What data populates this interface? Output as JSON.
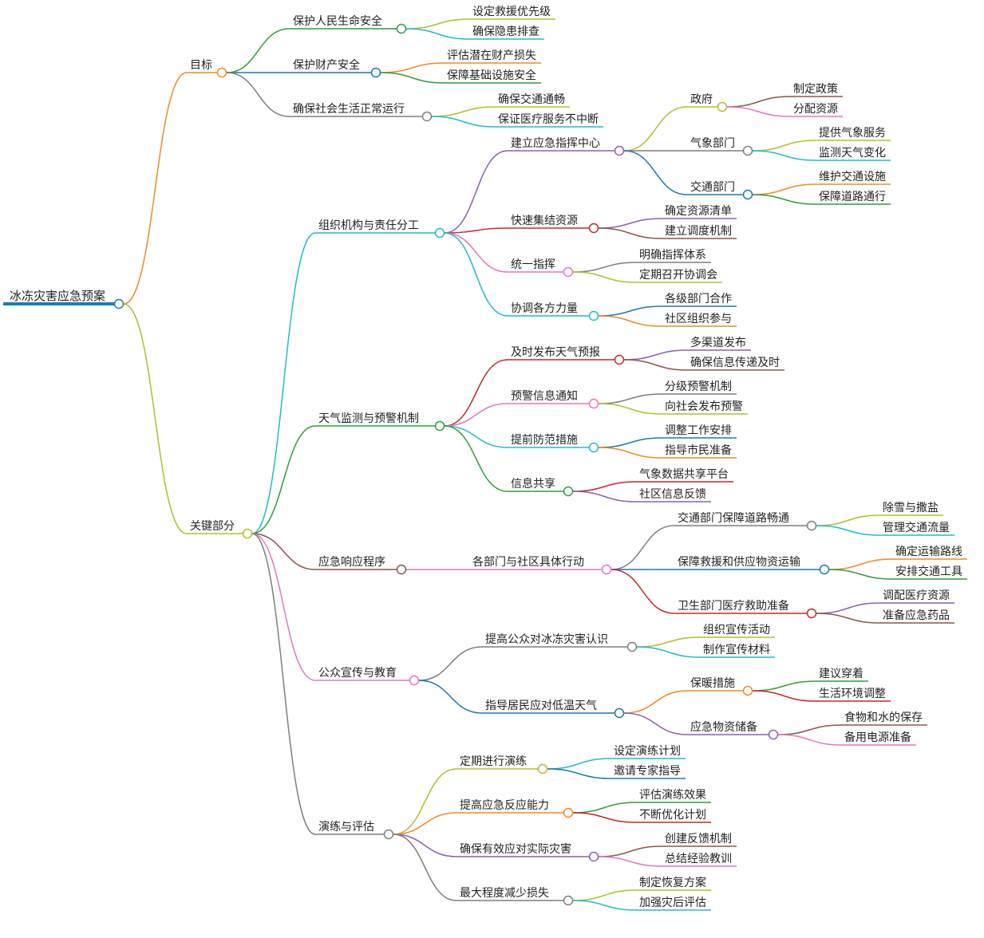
{
  "mindmap": {
    "root": "冰冻灾害应急预案",
    "nodes": [
      {
        "id": "n1",
        "parent": "root",
        "label": "目标",
        "color": "#f08a24"
      },
      {
        "id": "n1a",
        "parent": "n1",
        "label": "保护人民生命安全",
        "color": "#2e9e3a"
      },
      {
        "id": "n1a1",
        "parent": "n1a",
        "label": "设定救援优先级",
        "color": "#b5bd2c"
      },
      {
        "id": "n1a2",
        "parent": "n1a",
        "label": "确保隐患排查",
        "color": "#20bcc8"
      },
      {
        "id": "n1b",
        "parent": "n1",
        "label": "保护财产安全",
        "color": "#1f77b4"
      },
      {
        "id": "n1b1",
        "parent": "n1b",
        "label": "评估潜在财产损失",
        "color": "#f08a24"
      },
      {
        "id": "n1b2",
        "parent": "n1b",
        "label": "保障基础设施安全",
        "color": "#2e9e3a"
      },
      {
        "id": "n1c",
        "parent": "n1",
        "label": "确保社会生活正常运行",
        "color": "#7f7f7f"
      },
      {
        "id": "n1c1",
        "parent": "n1c",
        "label": "确保交通通畅",
        "color": "#b5bd2c"
      },
      {
        "id": "n1c2",
        "parent": "n1c",
        "label": "保证医疗服务不中断",
        "color": "#20bcc8"
      },
      {
        "id": "n2",
        "parent": "root",
        "label": "关键部分",
        "color": "#b5bd2c"
      },
      {
        "id": "o",
        "parent": "n2",
        "label": "组织机构与责任分工",
        "color": "#20bcc8"
      },
      {
        "id": "o1",
        "parent": "o",
        "label": "建立应急指挥中心",
        "color": "#8c5fb0"
      },
      {
        "id": "o1a",
        "parent": "o1",
        "label": "政府",
        "color": "#b5bd2c"
      },
      {
        "id": "o1a1",
        "parent": "o1a",
        "label": "制定政策",
        "color": "#8c564b"
      },
      {
        "id": "o1a2",
        "parent": "o1a",
        "label": "分配资源",
        "color": "#e377c2"
      },
      {
        "id": "o1b",
        "parent": "o1",
        "label": "气象部门",
        "color": "#7f7f7f"
      },
      {
        "id": "o1b1",
        "parent": "o1b",
        "label": "提供气象服务",
        "color": "#b5bd2c"
      },
      {
        "id": "o1b2",
        "parent": "o1b",
        "label": "监测天气变化",
        "color": "#20bcc8"
      },
      {
        "id": "o1c",
        "parent": "o1",
        "label": "交通部门",
        "color": "#1f77b4"
      },
      {
        "id": "o1c1",
        "parent": "o1c",
        "label": "维护交通设施",
        "color": "#f08a24"
      },
      {
        "id": "o1c2",
        "parent": "o1c",
        "label": "保障道路通行",
        "color": "#2e9e3a"
      },
      {
        "id": "o2",
        "parent": "o",
        "label": "快速集结资源",
        "color": "#c62828"
      },
      {
        "id": "o2a",
        "parent": "o2",
        "label": "确定资源清单",
        "color": "#8c5fb0"
      },
      {
        "id": "o2b",
        "parent": "o2",
        "label": "建立调度机制",
        "color": "#8c564b"
      },
      {
        "id": "o3",
        "parent": "o",
        "label": "统一指挥",
        "color": "#e377c2"
      },
      {
        "id": "o3a",
        "parent": "o3",
        "label": "明确指挥体系",
        "color": "#7f7f7f"
      },
      {
        "id": "o3b",
        "parent": "o3",
        "label": "定期召开协调会",
        "color": "#b5bd2c"
      },
      {
        "id": "o4",
        "parent": "o",
        "label": "协调各方力量",
        "color": "#20bcc8"
      },
      {
        "id": "o4a",
        "parent": "o4",
        "label": "各级部门合作",
        "color": "#1f77b4"
      },
      {
        "id": "o4b",
        "parent": "o4",
        "label": "社区组织参与",
        "color": "#f08a24"
      },
      {
        "id": "w",
        "parent": "n2",
        "label": "天气监测与预警机制",
        "color": "#2e9e3a"
      },
      {
        "id": "w1",
        "parent": "w",
        "label": "及时发布天气预报",
        "color": "#c62828"
      },
      {
        "id": "w1a",
        "parent": "w1",
        "label": "多渠道发布",
        "color": "#8c5fb0"
      },
      {
        "id": "w1b",
        "parent": "w1",
        "label": "确保信息传递及时",
        "color": "#8c564b"
      },
      {
        "id": "w2",
        "parent": "w",
        "label": "预警信息通知",
        "color": "#e377c2"
      },
      {
        "id": "w2a",
        "parent": "w2",
        "label": "分级预警机制",
        "color": "#7f7f7f"
      },
      {
        "id": "w2b",
        "parent": "w2",
        "label": "向社会发布预警",
        "color": "#b5bd2c"
      },
      {
        "id": "w3",
        "parent": "w",
        "label": "提前防范措施",
        "color": "#20bcc8"
      },
      {
        "id": "w3a",
        "parent": "w3",
        "label": "调整工作安排",
        "color": "#1f77b4"
      },
      {
        "id": "w3b",
        "parent": "w3",
        "label": "指导市民准备",
        "color": "#f08a24"
      },
      {
        "id": "w4",
        "parent": "w",
        "label": "信息共享",
        "color": "#2e9e3a"
      },
      {
        "id": "w4a",
        "parent": "w4",
        "label": "气象数据共享平台",
        "color": "#c62828"
      },
      {
        "id": "w4b",
        "parent": "w4",
        "label": "社区信息反馈",
        "color": "#8c5fb0"
      },
      {
        "id": "e",
        "parent": "n2",
        "label": "应急响应程序",
        "color": "#8c564b"
      },
      {
        "id": "e1",
        "parent": "e",
        "label": "各部门与社区具体行动",
        "color": "#e377c2"
      },
      {
        "id": "e1a",
        "parent": "e1",
        "label": "交通部门保障道路畅通",
        "color": "#7f7f7f"
      },
      {
        "id": "e1a1",
        "parent": "e1a",
        "label": "除雪与撒盐",
        "color": "#b5bd2c"
      },
      {
        "id": "e1a2",
        "parent": "e1a",
        "label": "管理交通流量",
        "color": "#20bcc8"
      },
      {
        "id": "e1b",
        "parent": "e1",
        "label": "保障救援和供应物资运输",
        "color": "#1f77b4"
      },
      {
        "id": "e1b1",
        "parent": "e1b",
        "label": "确定运输路线",
        "color": "#f08a24"
      },
      {
        "id": "e1b2",
        "parent": "e1b",
        "label": "安排交通工具",
        "color": "#2e9e3a"
      },
      {
        "id": "e1c",
        "parent": "e1",
        "label": "卫生部门医疗救助准备",
        "color": "#c62828"
      },
      {
        "id": "e1c1",
        "parent": "e1c",
        "label": "调配医疗资源",
        "color": "#8c5fb0"
      },
      {
        "id": "e1c2",
        "parent": "e1c",
        "label": "准备应急药品",
        "color": "#8c564b"
      },
      {
        "id": "p",
        "parent": "n2",
        "label": "公众宣传与教育",
        "color": "#e377c2"
      },
      {
        "id": "p1",
        "parent": "p",
        "label": "提高公众对冰冻灾害认识",
        "color": "#7f7f7f"
      },
      {
        "id": "p1a",
        "parent": "p1",
        "label": "组织宣传活动",
        "color": "#b5bd2c"
      },
      {
        "id": "p1b",
        "parent": "p1",
        "label": "制作宣传材料",
        "color": "#20bcc8"
      },
      {
        "id": "p2",
        "parent": "p",
        "label": "指导居民应对低温天气",
        "color": "#1f77b4"
      },
      {
        "id": "p2a",
        "parent": "p2",
        "label": "保暖措施",
        "color": "#f08a24"
      },
      {
        "id": "p2a1",
        "parent": "p2a",
        "label": "建议穿着",
        "color": "#2e9e3a"
      },
      {
        "id": "p2a2",
        "parent": "p2a",
        "label": "生活环境调整",
        "color": "#c62828"
      },
      {
        "id": "p2b",
        "parent": "p2",
        "label": "应急物资储备",
        "color": "#8c5fb0"
      },
      {
        "id": "p2b1",
        "parent": "p2b",
        "label": "食物和水的保存",
        "color": "#8c564b"
      },
      {
        "id": "p2b2",
        "parent": "p2b",
        "label": "备用电源准备",
        "color": "#e377c2"
      },
      {
        "id": "d",
        "parent": "n2",
        "label": "演练与评估",
        "color": "#7f7f7f"
      },
      {
        "id": "d1",
        "parent": "d",
        "label": "定期进行演练",
        "color": "#b5bd2c"
      },
      {
        "id": "d1a",
        "parent": "d1",
        "label": "设定演练计划",
        "color": "#20bcc8"
      },
      {
        "id": "d1b",
        "parent": "d1",
        "label": "邀请专家指导",
        "color": "#1f77b4"
      },
      {
        "id": "d2",
        "parent": "d",
        "label": "提高应急反应能力",
        "color": "#f08a24"
      },
      {
        "id": "d2a",
        "parent": "d2",
        "label": "评估演练效果",
        "color": "#2e9e3a"
      },
      {
        "id": "d2b",
        "parent": "d2",
        "label": "不断优化计划",
        "color": "#c62828"
      },
      {
        "id": "d3",
        "parent": "d",
        "label": "确保有效应对实际灾害",
        "color": "#8c5fb0"
      },
      {
        "id": "d3a",
        "parent": "d3",
        "label": "创建反馈机制",
        "color": "#8c564b"
      },
      {
        "id": "d3b",
        "parent": "d3",
        "label": "总结经验教训",
        "color": "#e377c2"
      },
      {
        "id": "d4",
        "parent": "d",
        "label": "最大程度减少损失",
        "color": "#7f7f7f"
      },
      {
        "id": "d4a",
        "parent": "d4",
        "label": "制定恢复方案",
        "color": "#b5bd2c"
      },
      {
        "id": "d4b",
        "parent": "d4",
        "label": "加强灾后评估",
        "color": "#20bcc8"
      }
    ]
  }
}
